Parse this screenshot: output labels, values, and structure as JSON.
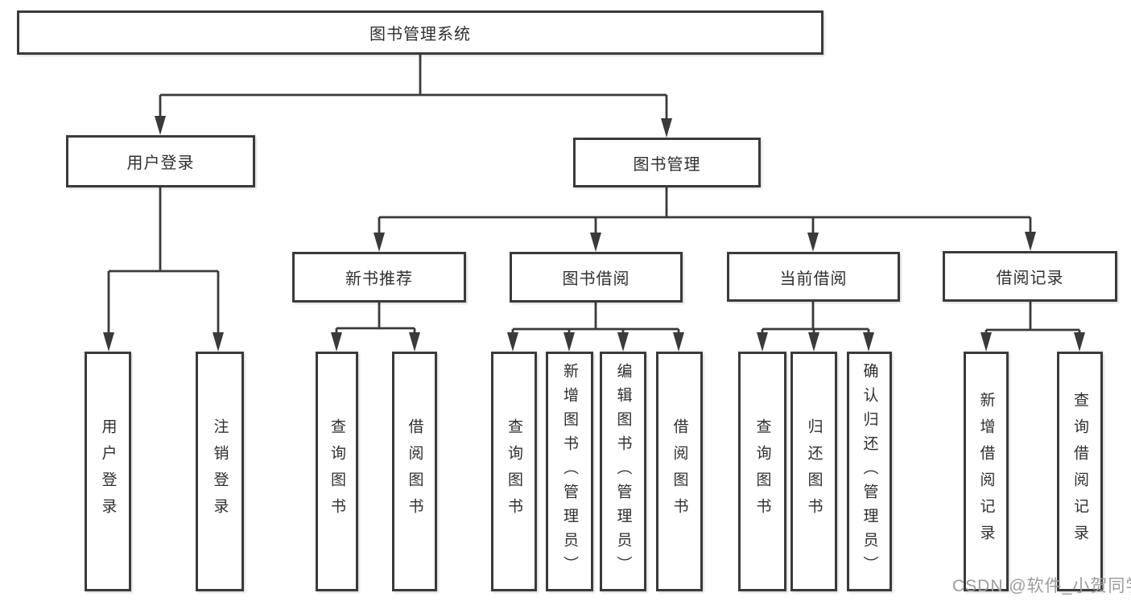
{
  "diagram": {
    "root": "图书管理系统",
    "level2": [
      "用户登录",
      "图书管理"
    ],
    "level3": [
      "新书推荐",
      "图书借阅",
      "当前借阅",
      "借阅记录"
    ],
    "leaves": {
      "user_login": [
        "用户登录",
        "注销登录"
      ],
      "new_book_rec": [
        "查询图书",
        "借阅图书"
      ],
      "book_borrow": [
        "查询图书",
        "新增图书（管理员）",
        "编辑图书（管理员）",
        "借阅图书"
      ],
      "current_borrow": [
        "查询图书",
        "归还图书",
        "确认归还（管理员）"
      ],
      "borrow_record": [
        "新增借阅记录",
        "查询借阅记录"
      ]
    }
  },
  "watermark": {
    "text": "CSDN @软件_小贺同学"
  },
  "colors": {
    "line": "#3a3a3a",
    "text": "#2f2f2f",
    "box_background": "#ffffff",
    "watermark": "#9c9c9c",
    "page_background": "#ffffff"
  }
}
